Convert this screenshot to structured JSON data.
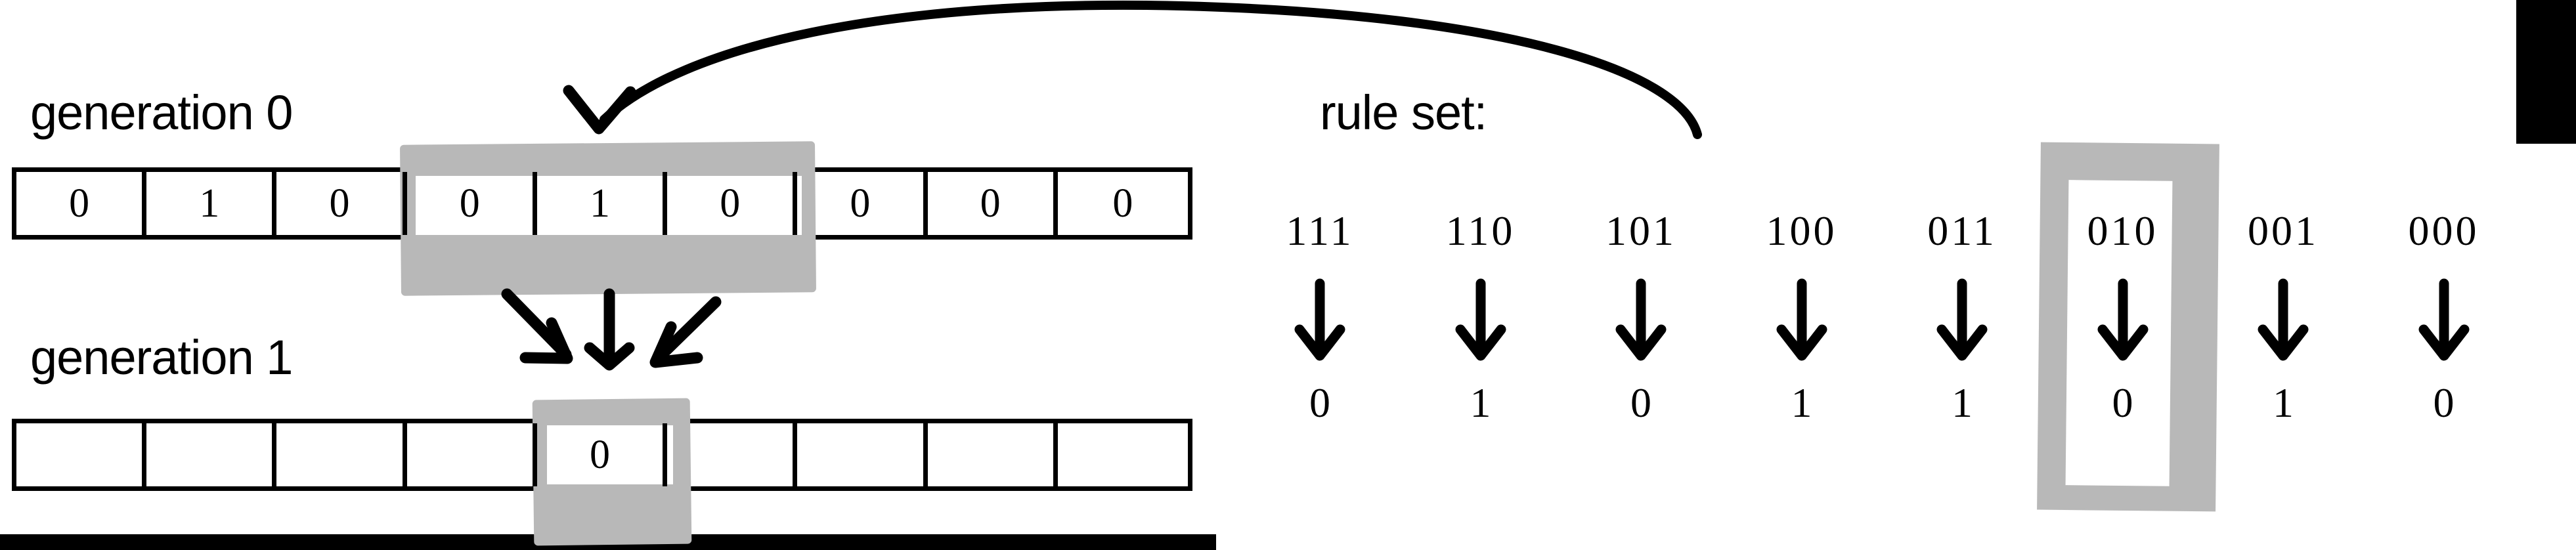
{
  "labels": {
    "generation0": "generation 0",
    "generation1": "generation 1",
    "ruleset": "rule set:"
  },
  "generation0": {
    "cells": [
      "0",
      "1",
      "0",
      "0",
      "1",
      "0",
      "0",
      "0",
      "0"
    ],
    "highlighted_indices": [
      3,
      4,
      5
    ]
  },
  "generation1": {
    "cells": [
      "",
      "",
      "",
      "",
      "0",
      "",
      "",
      "",
      ""
    ],
    "highlighted_indices": [
      4
    ]
  },
  "rule_set": {
    "patterns": [
      "111",
      "110",
      "101",
      "100",
      "011",
      "010",
      "001",
      "000"
    ],
    "outputs": [
      "0",
      "1",
      "0",
      "1",
      "1",
      "0",
      "1",
      "0"
    ],
    "highlighted_index": 5,
    "arrow_glyph": "down-arrow-icon"
  },
  "colors": {
    "ink": "#000000",
    "highlighter": "#b8b8b8",
    "paper": "#ffffff"
  },
  "annotations": {
    "curved_arrow": "curved-feedback-arrow",
    "converging_arrows": "three-converging-arrows"
  }
}
